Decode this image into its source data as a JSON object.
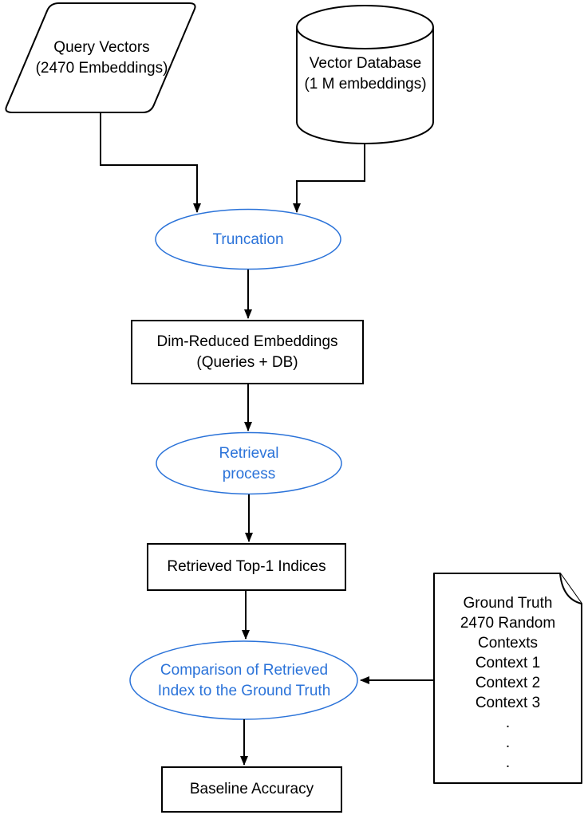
{
  "diagram": {
    "colors": {
      "shape_stroke": "#000000",
      "accent_blue": "#2b73d9",
      "background": "#ffffff"
    },
    "nodes": {
      "query_vectors": {
        "shape": "parallelogram",
        "label": "Query Vectors\n(2470 Embeddings)"
      },
      "vector_database": {
        "shape": "cylinder",
        "label": "Vector Database\n(1 M embeddings)"
      },
      "truncation": {
        "shape": "ellipse",
        "label": "Truncation"
      },
      "dim_reduced_embeddings": {
        "shape": "rectangle",
        "label": "Dim-Reduced Embeddings\n(Queries + DB)"
      },
      "retrieval_process": {
        "shape": "ellipse",
        "label": "Retrieval\nprocess"
      },
      "retrieved_top1_indices": {
        "shape": "rectangle",
        "label": "Retrieved Top-1 Indices"
      },
      "comparison": {
        "shape": "ellipse",
        "label": "Comparison of Retrieved\nIndex to the Ground Truth"
      },
      "baseline_accuracy": {
        "shape": "rectangle",
        "label": "Baseline Accuracy"
      },
      "ground_truth_note": {
        "shape": "note",
        "label": "Ground Truth\n2470 Random\nContexts\nContext 1\nContext 2\nContext 3\n.\n.\n."
      }
    },
    "edges": [
      {
        "from": "query_vectors",
        "to": "truncation"
      },
      {
        "from": "vector_database",
        "to": "truncation"
      },
      {
        "from": "truncation",
        "to": "dim_reduced_embeddings"
      },
      {
        "from": "dim_reduced_embeddings",
        "to": "retrieval_process"
      },
      {
        "from": "retrieval_process",
        "to": "retrieved_top1_indices"
      },
      {
        "from": "retrieved_top1_indices",
        "to": "comparison"
      },
      {
        "from": "comparison",
        "to": "baseline_accuracy"
      },
      {
        "from": "ground_truth_note",
        "to": "comparison"
      }
    ]
  }
}
